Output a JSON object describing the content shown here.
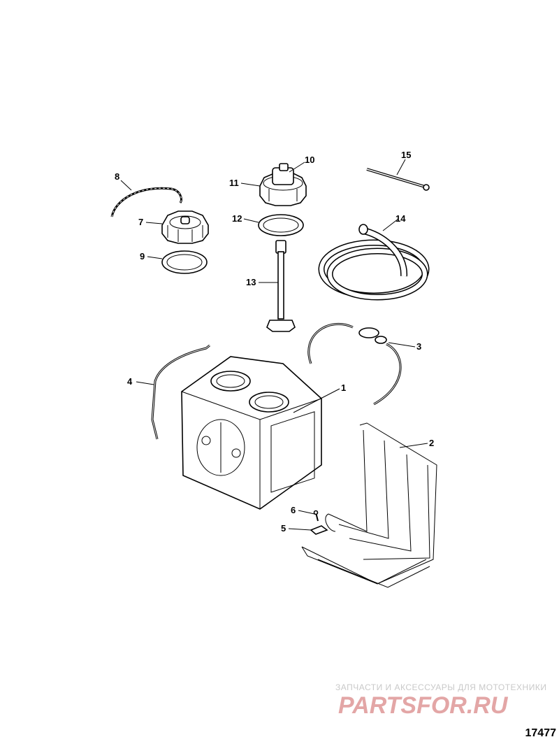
{
  "callouts": [
    {
      "label": "1"
    },
    {
      "label": "2"
    },
    {
      "label": "3"
    },
    {
      "label": "4"
    },
    {
      "label": "5"
    },
    {
      "label": "6"
    },
    {
      "label": "7"
    },
    {
      "label": "8"
    },
    {
      "label": "9"
    },
    {
      "label": "10"
    },
    {
      "label": "11"
    },
    {
      "label": "12"
    },
    {
      "label": "13"
    },
    {
      "label": "14"
    },
    {
      "label": "15"
    }
  ],
  "watermark": {
    "tagline": "ЗАПЧАСТИ И АКСЕССУАРЫ ДЛЯ МОТОТЕХНИКИ",
    "logo_text": "PARTSFOR.RU",
    "logo_color": "#e3a6a6"
  },
  "figure_number": "17477"
}
